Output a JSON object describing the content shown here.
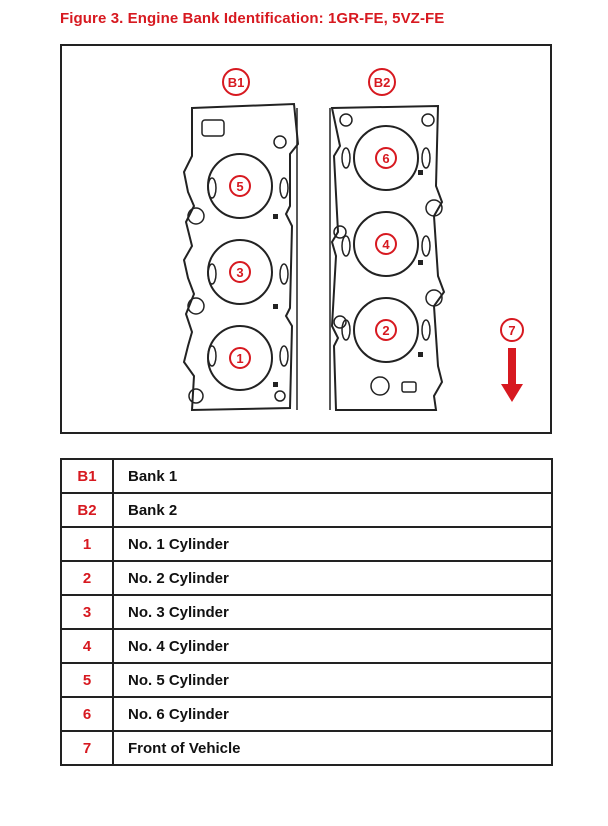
{
  "title": "Figure 3. Engine Bank Identification: 1GR-FE, 5VZ-FE",
  "colors": {
    "callout": "#d71920",
    "line": "#222222",
    "text": "#111111"
  },
  "figure": {
    "bank_labels": [
      "B1",
      "B2"
    ],
    "bank1_cylinders": [
      "5",
      "3",
      "1"
    ],
    "bank2_cylinders": [
      "6",
      "4",
      "2"
    ],
    "front_callout": "7",
    "front_arrow": "arrow-down-icon"
  },
  "legend": {
    "rows": [
      {
        "code": "B1",
        "label": "Bank 1"
      },
      {
        "code": "B2",
        "label": "Bank 2"
      },
      {
        "code": "1",
        "label": "No. 1 Cylinder"
      },
      {
        "code": "2",
        "label": "No. 2 Cylinder"
      },
      {
        "code": "3",
        "label": "No. 3 Cylinder"
      },
      {
        "code": "4",
        "label": "No. 4 Cylinder"
      },
      {
        "code": "5",
        "label": "No. 5 Cylinder"
      },
      {
        "code": "6",
        "label": "No. 6 Cylinder"
      },
      {
        "code": "7",
        "label": "Front of Vehicle"
      }
    ]
  }
}
